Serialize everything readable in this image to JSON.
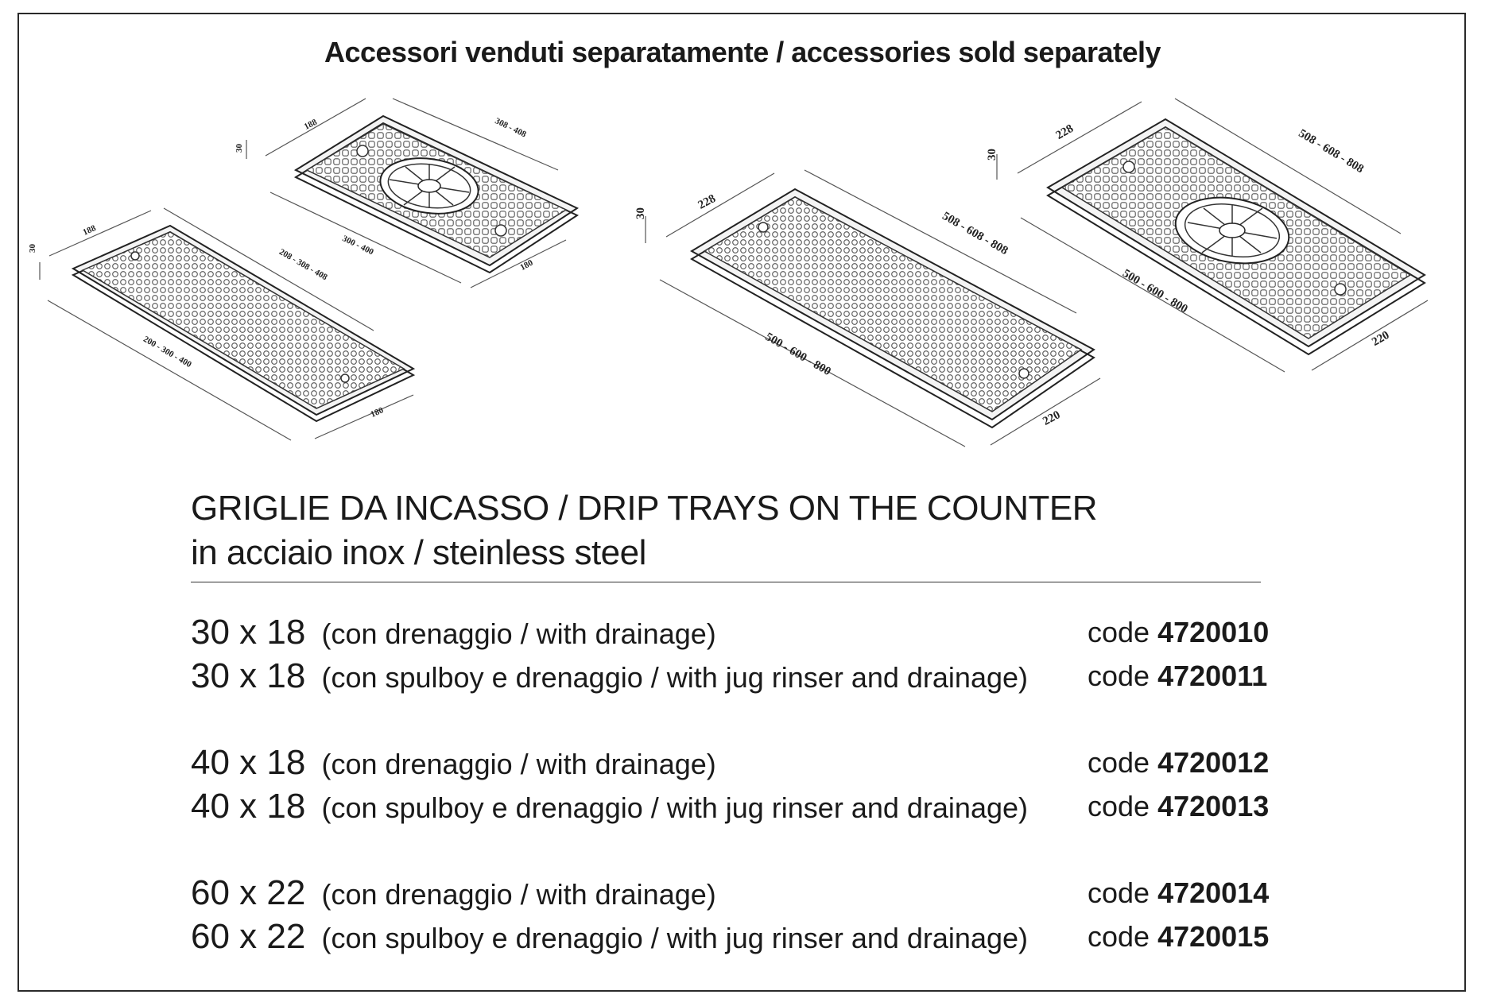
{
  "header": "Accessori venduti separatamente / accessories sold separately",
  "drawing_labels": {
    "tray_a": {
      "height": "30",
      "width": "188",
      "length": "208 - 308 - 408",
      "outer_length": "200 - 300 - 400",
      "outer_width": "180"
    },
    "tray_b": {
      "height": "30",
      "width": "188",
      "length": "308 - 408",
      "outer_length": "300 - 400",
      "outer_width": "180"
    },
    "tray_c": {
      "height": "30",
      "width": "228",
      "length": "508 - 608 - 808",
      "outer_length": "500 - 600 - 800",
      "outer_width": "220"
    },
    "tray_d": {
      "height": "30",
      "width": "228",
      "length": "508 - 608 - 808",
      "outer_length": "500 - 600 - 800",
      "outer_width": "220"
    }
  },
  "title": {
    "line1": "GRIGLIE DA INCASSO / DRIP TRAYS ON THE COUNTER",
    "line2": "in acciaio inox / steinless steel"
  },
  "products": [
    {
      "size": "30 x 18",
      "desc": "(con drenaggio / with drainage)",
      "code_label": "code",
      "code": "4720010"
    },
    {
      "size": "30 x 18",
      "desc": "(con spulboy e drenaggio / with jug rinser and drainage)",
      "code_label": "code",
      "code": "4720011"
    },
    {
      "size": "40 x 18",
      "desc": "(con drenaggio / with drainage)",
      "code_label": "code",
      "code": "4720012"
    },
    {
      "size": "40 x 18",
      "desc": "(con spulboy e drenaggio / with jug rinser and drainage)",
      "code_label": "code",
      "code": "4720013"
    },
    {
      "size": "60 x 22",
      "desc": "(con drenaggio / with drainage)",
      "code_label": "code",
      "code": "4720014"
    },
    {
      "size": "60 x 22",
      "desc": "(con spulboy e drenaggio / with jug rinser and drainage)",
      "code_label": "code",
      "code": "4720015"
    }
  ]
}
